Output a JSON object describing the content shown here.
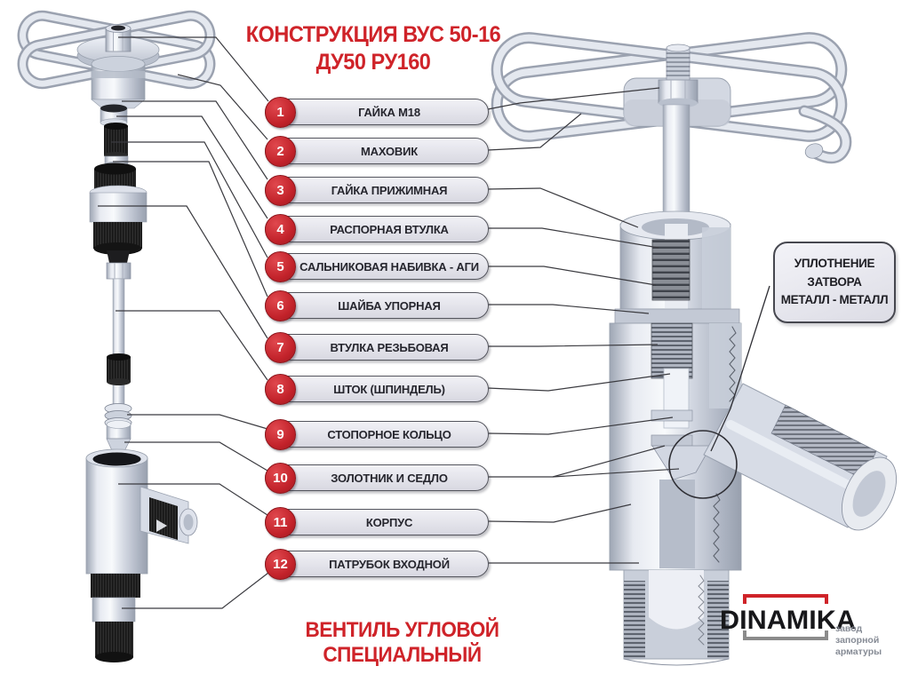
{
  "title": {
    "line1": "КОНСТРУКЦИЯ ВУС 50-16",
    "line2": "ДУ50  РУ160"
  },
  "subtitle": "ВЕНТИЛЬ УГЛОВОЙ СПЕЦИАЛЬНЫЙ",
  "parts": [
    {
      "num": "1",
      "label": "ГАЙКА М18"
    },
    {
      "num": "2",
      "label": "МАХОВИК"
    },
    {
      "num": "3",
      "label": "ГАЙКА ПРИЖИМНАЯ"
    },
    {
      "num": "4",
      "label": "РАСПОРНАЯ ВТУЛКА"
    },
    {
      "num": "5",
      "label": "САЛЬНИКОВАЯ НАБИВКА - АГИ"
    },
    {
      "num": "6",
      "label": "ШАЙБА УПОРНАЯ"
    },
    {
      "num": "7",
      "label": "ВТУЛКА РЕЗЬБОВАЯ"
    },
    {
      "num": "8",
      "label": "ШТОК (ШПИНДЕЛЬ)"
    },
    {
      "num": "9",
      "label": "СТОПОРНОЕ КОЛЬЦО"
    },
    {
      "num": "10",
      "label": "ЗОЛОТНИК И СЕДЛО"
    },
    {
      "num": "11",
      "label": "КОРПУС"
    },
    {
      "num": "12",
      "label": "ПАТРУБОК ВХОДНОЙ"
    }
  ],
  "callout": {
    "line1": "УПЛОТНЕНИЕ",
    "line2": "ЗАТВОРА",
    "line3": "МЕТАЛЛ - МЕТАЛЛ"
  },
  "logo": {
    "wordmark": "DINAMIKA",
    "tagline": [
      "завод",
      "запорной",
      "арматуры"
    ]
  },
  "colors": {
    "accent_red": "#cf2329",
    "ink": "#26262e",
    "metal": "#dde1ea",
    "metal_edge": "#8d94a3"
  }
}
